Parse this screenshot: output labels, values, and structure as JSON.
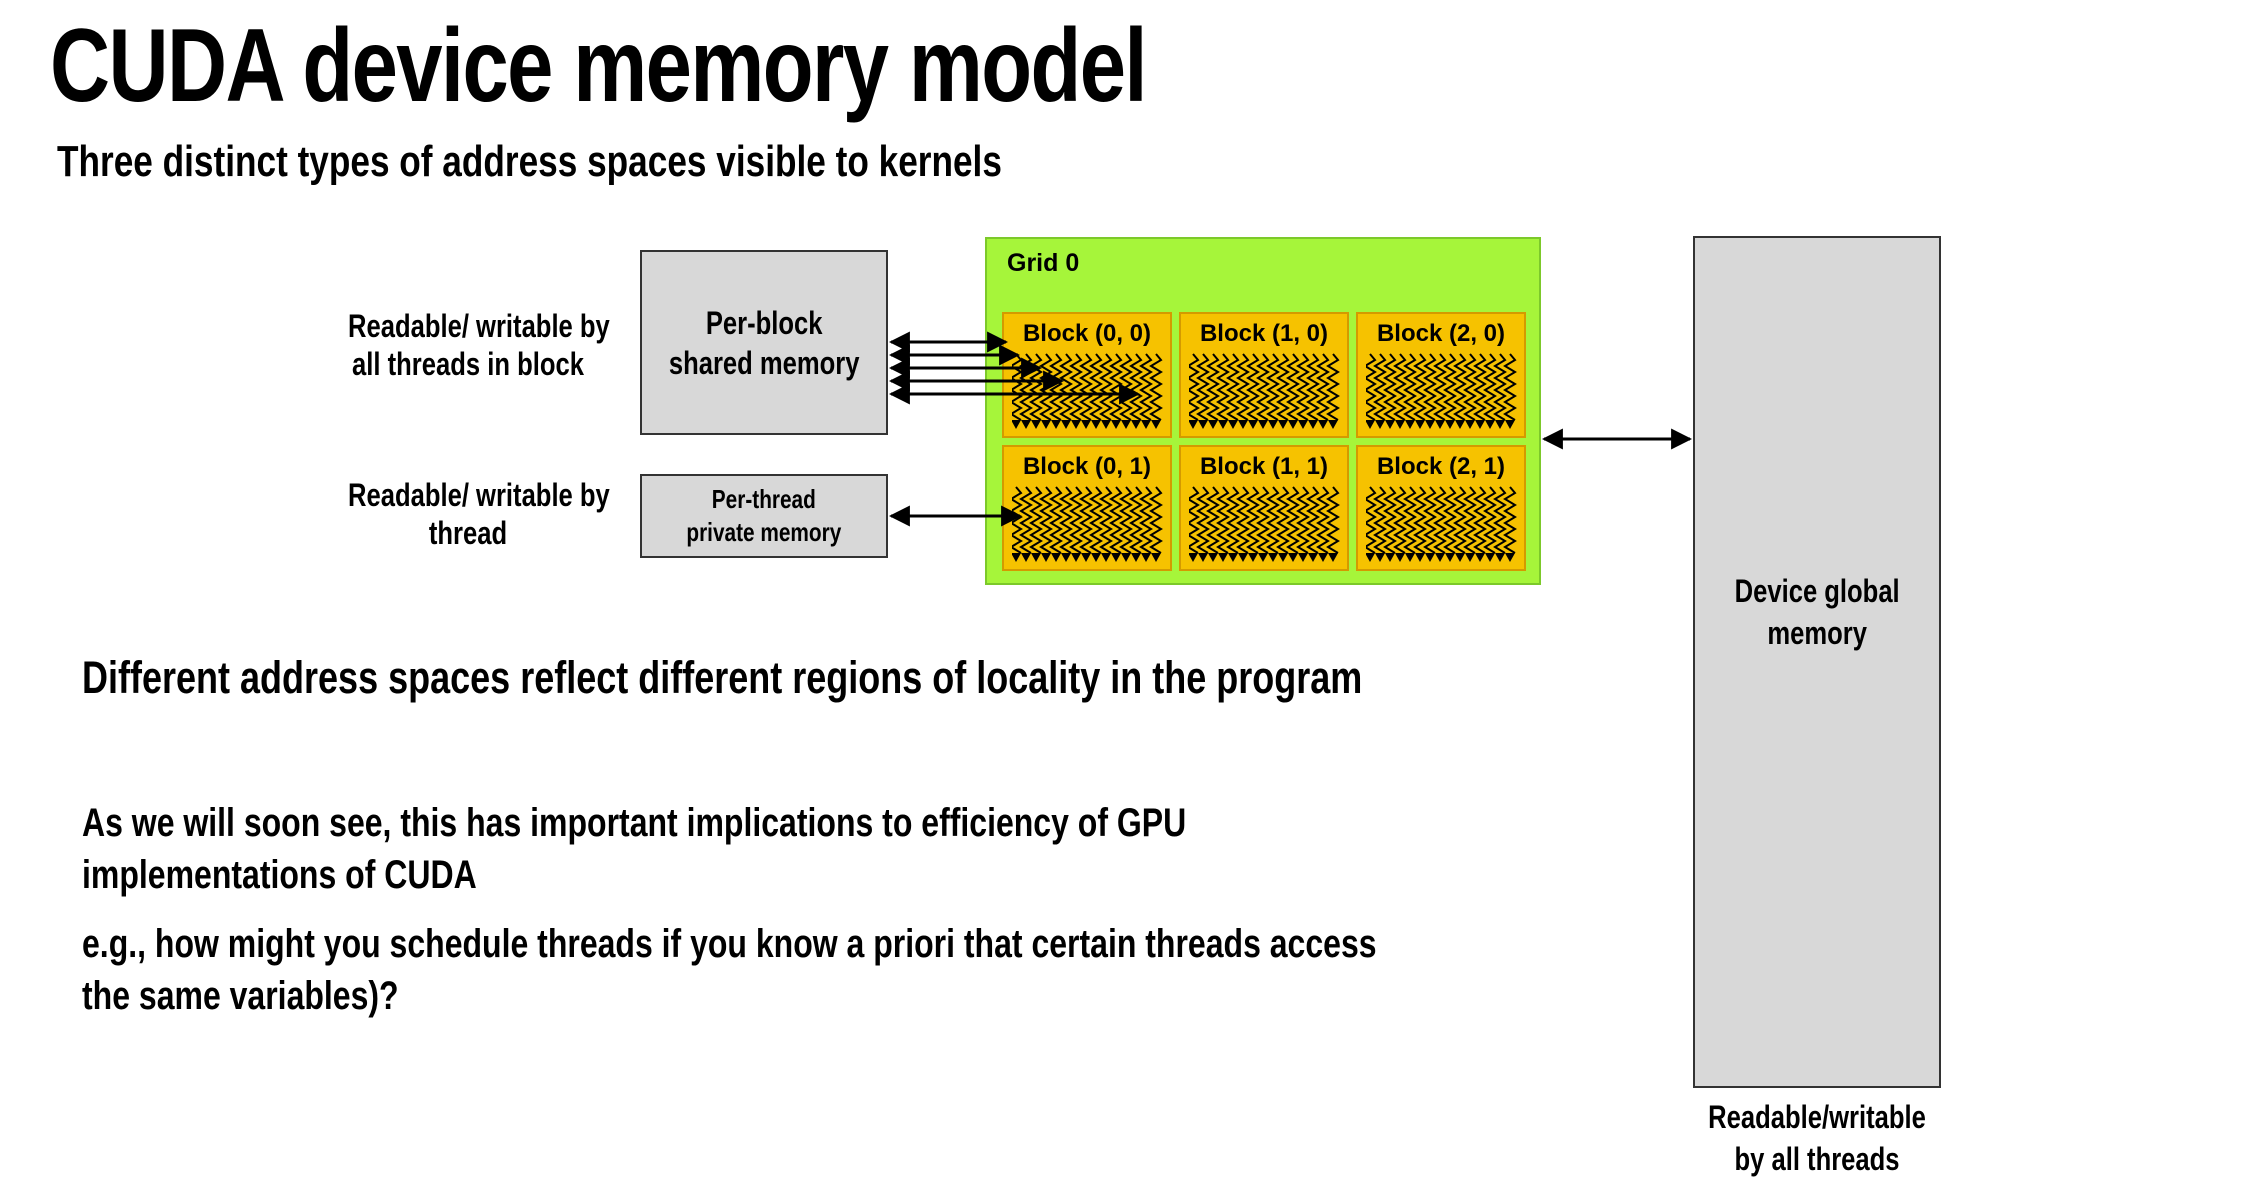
{
  "title": "CUDA device memory model",
  "subtitle": "Three distinct types of address spaces visible to kernels",
  "shared_memory": {
    "label_left_line1": "Readable/ writable by",
    "label_left_line2": "all threads in block",
    "box_line1": "Per-block",
    "box_line2": "shared memory"
  },
  "private_memory": {
    "label_left_line1": "Readable/ writable by",
    "label_left_line2": "thread",
    "box_line1": "Per-thread",
    "box_line2": "private memory"
  },
  "grid": {
    "title": "Grid 0",
    "blocks": [
      {
        "label": "Block (0, 0)"
      },
      {
        "label": "Block (1, 0)"
      },
      {
        "label": "Block (2, 0)"
      },
      {
        "label": "Block (0, 1)"
      },
      {
        "label": "Block (1, 1)"
      },
      {
        "label": "Block (2, 1)"
      }
    ]
  },
  "global_memory": {
    "box_line1": "Device global",
    "box_line2": "memory",
    "caption_line1": "Readable/writable",
    "caption_line2": "by all threads"
  },
  "body": {
    "heading": "Different address spaces reflect different regions of locality in the program",
    "para1_line1": "As we will soon see, this has important implications to efficiency of GPU",
    "para1_line2": "implementations of CUDA",
    "para2_line1": "e.g., how might you schedule threads if you know a priori that certain threads access",
    "para2_line2": "the same variables)?"
  },
  "colors": {
    "grid_fill": "#a6f53a",
    "block_fill": "#f6c200",
    "memory_box_fill": "#d8d8d8"
  }
}
